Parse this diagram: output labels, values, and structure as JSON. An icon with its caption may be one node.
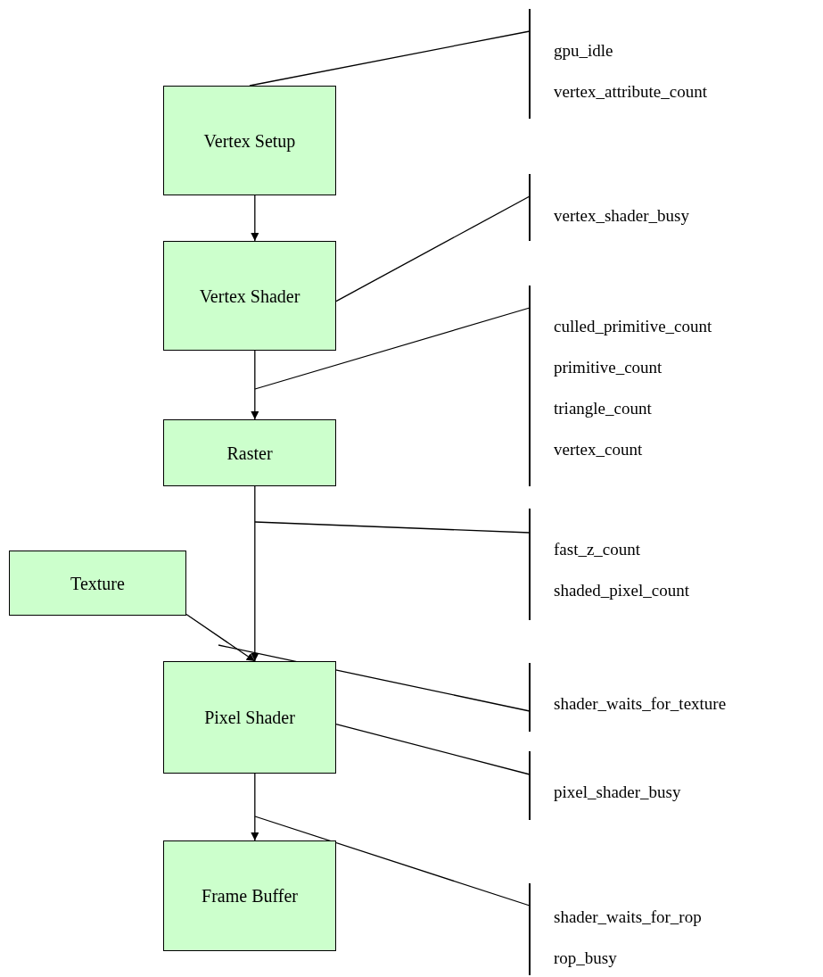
{
  "diagram": {
    "nodes": [
      {
        "text": [
          "Vertex Setup"
        ]
      },
      {
        "text": [
          "Vertex Shader"
        ]
      },
      {
        "text": [
          "Raster"
        ]
      },
      {
        "text": [
          "Texture"
        ]
      },
      {
        "text": [
          "Pixel Shader"
        ]
      },
      {
        "text": [
          "Frame Buffer"
        ]
      },
      {
        "text": [
          "gpu_idle",
          "vertex_attribute_count"
        ]
      },
      {
        "text": [
          "vertex_shader_busy"
        ]
      },
      {
        "text": [
          "culled_primitive_count",
          "primitive_count",
          "triangle_count",
          "vertex_count"
        ]
      },
      {
        "text": [
          "fast_z_count",
          "shaded_pixel_count"
        ]
      },
      {
        "text": [
          "shader_waits_for_texture"
        ]
      },
      {
        "text": [
          "pixel_shader_busy"
        ]
      },
      {
        "text": [
          "shader_waits_for_rop",
          "rop_busy"
        ]
      }
    ],
    "edges": [
      {
        "from": 0,
        "to": 1,
        "arrow": "to"
      },
      {
        "from": 1,
        "to": 2,
        "arrow": "to"
      },
      {
        "from": 2,
        "to": 4,
        "arrow": "to"
      },
      {
        "from": 3,
        "to": 4,
        "arrow": "to"
      },
      {
        "from": 4,
        "to": 5,
        "arrow": "to"
      },
      {
        "from": 6,
        "to": 0,
        "arrow": "none"
      },
      {
        "from": 7,
        "to": 1,
        "arrow": "none"
      },
      {
        "from": 8,
        "to": null,
        "arrow": "none"
      },
      {
        "from": 9,
        "to": null,
        "arrow": "none"
      },
      {
        "from": 10,
        "to": null,
        "arrow": "none"
      },
      {
        "from": 11,
        "to": 4,
        "arrow": "none"
      },
      {
        "from": 12,
        "to": null,
        "arrow": "none"
      }
    ]
  }
}
